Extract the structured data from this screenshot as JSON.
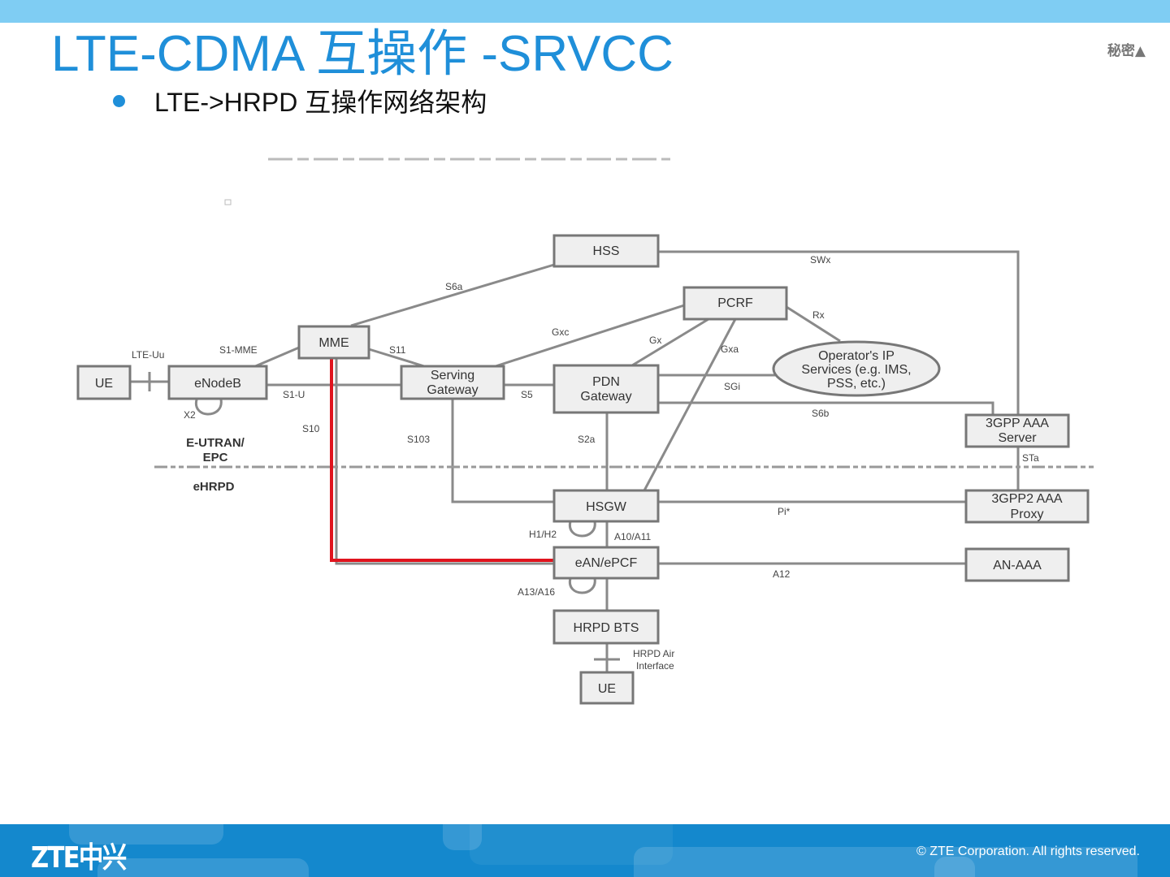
{
  "slide": {
    "title": "LTE-CDMA 互操作 -SRVCC",
    "classification": "秘密▲",
    "bullet": "LTE->HRPD 互操作网络架构"
  },
  "diagram": {
    "nodes": {
      "ue_lte": "UE",
      "enodeb": "eNodeB",
      "mme": "MME",
      "hss": "HSS",
      "pcrf": "PCRF",
      "sgw_line1": "Serving",
      "sgw_line2": "Gateway",
      "pgw_line1": "PDN",
      "pgw_line2": "Gateway",
      "ipsvc_line1": "Operator's IP",
      "ipsvc_line2": "Services (e.g. IMS,",
      "ipsvc_line3": "PSS, etc.)",
      "aaa3gpp_line1": "3GPP AAA",
      "aaa3gpp_line2": "Server",
      "aaa3gpp2_line1": "3GPP2 AAA",
      "aaa3gpp2_line2": "Proxy",
      "hsgw": "HSGW",
      "ean": "eAN/ePCF",
      "anaaa": "AN-AAA",
      "bts": "HRPD BTS",
      "ue_hrpd": "UE"
    },
    "interfaces": {
      "lte_uu": "LTE-Uu",
      "s1_mme": "S1-MME",
      "s1_u": "S1-U",
      "x2": "X2",
      "s6a": "S6a",
      "s11": "S11",
      "s10": "S10",
      "gxc": "Gxc",
      "gx": "Gx",
      "gxa": "Gxa",
      "rx": "Rx",
      "swx": "SWx",
      "s5": "S5",
      "sgi": "SGi",
      "s6b": "S6b",
      "s103": "S103",
      "s2a": "S2a",
      "sta": "STa",
      "pi": "Pi*",
      "h1h2": "H1/H2",
      "a10a11": "A10/A11",
      "a12": "A12",
      "a13a16": "A13/A16",
      "hrpd_air_line1": "HRPD Air",
      "hrpd_air_line2": "Interface"
    },
    "regions": {
      "eutran_line1": "E-UTRAN/",
      "eutran_line2": "EPC",
      "ehrpd": "eHRPD"
    },
    "highlight_path": "S10 (MME → eAN/ePCF)",
    "highlight_color": "#e0141e"
  },
  "footer": {
    "logo": "ZTE中兴",
    "copyright": "© ZTE Corporation. All rights reserved."
  },
  "colors": {
    "title_blue": "#1f8fd9",
    "top_bar": "#7fcdf3",
    "footer_blue": "#1488cd"
  }
}
